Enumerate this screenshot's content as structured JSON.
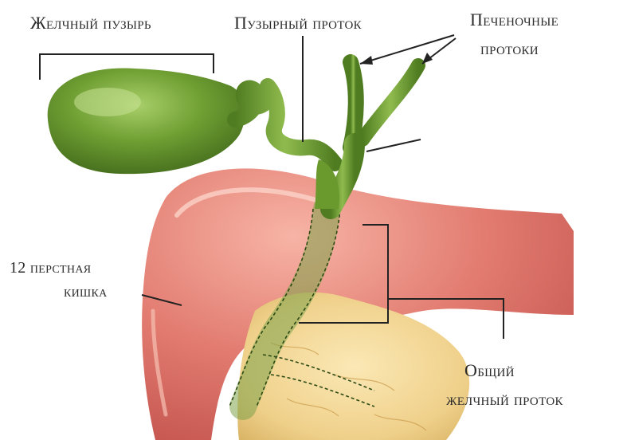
{
  "labels": {
    "gallbladder": "Желчный пузырь",
    "cystic_duct": "Пузырный проток",
    "hepatic_ducts_line1": "Печеночные",
    "hepatic_ducts_line2": "протоки",
    "duodenum_line1": "12 перстная",
    "duodenum_line2": "кишка",
    "common_bile_duct_line1": "Общий",
    "common_bile_duct_line2": "желчный проток"
  },
  "colors": {
    "gallbladder": "#5f8f2a",
    "duct": "#6a9a2e",
    "duodenum": "#e0716a",
    "pancreas": "#f1d79a",
    "leader": "#222222"
  }
}
